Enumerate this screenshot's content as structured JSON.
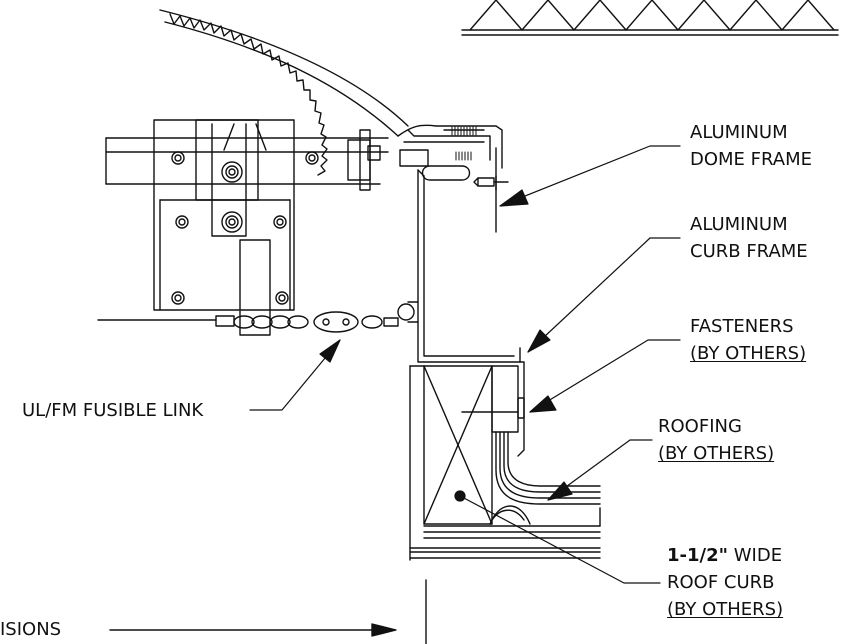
{
  "callouts": {
    "dome_frame": {
      "line1": "ALUMINUM",
      "line2": "DOME FRAME"
    },
    "curb_frame": {
      "line1": "ALUMINUM",
      "line2": "CURB FRAME"
    },
    "fasteners": {
      "line1": "FASTENERS",
      "line2": "(BY OTHERS)"
    },
    "roofing": {
      "line1": "ROOFING",
      "line2": "(BY OTHERS)"
    },
    "roof_curb": {
      "line1_bold": "1-1/2\"",
      "line1_rest": " WIDE",
      "line2": "ROOF CURB",
      "line3": "(BY OTHERS)"
    },
    "fusible_link": {
      "text": "UL/FM FUSIBLE LINK"
    },
    "dimensions": {
      "text": "ISIONS"
    }
  },
  "colors": {
    "ink": "#111111",
    "background": "#ffffff"
  }
}
